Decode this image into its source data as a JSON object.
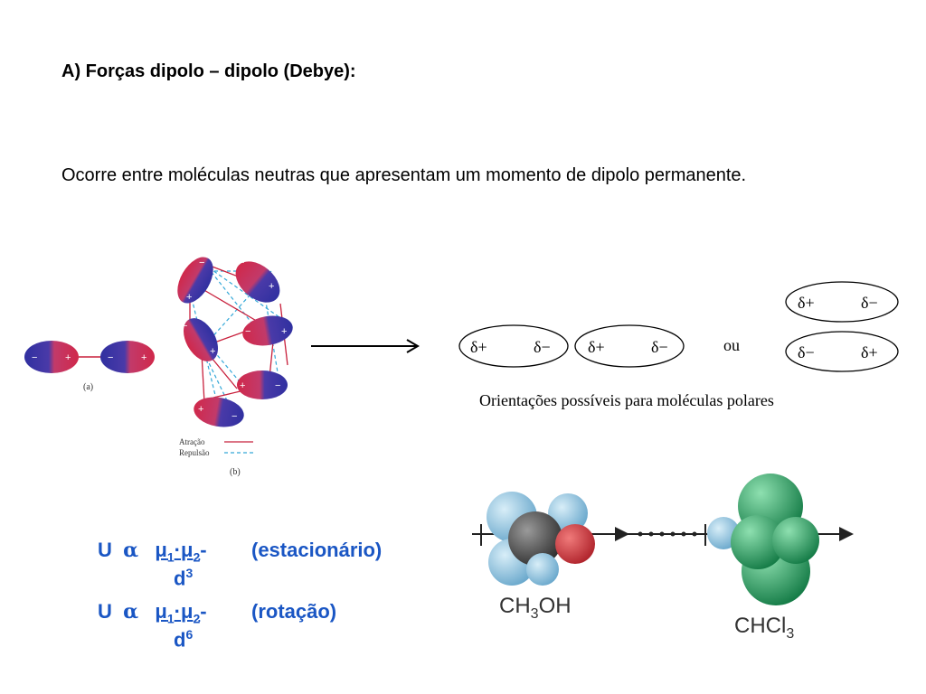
{
  "heading": "A)  Forças dipolo – dipolo (Debye):",
  "paragraph": "Ocorre entre moléculas neutras que apresentam um momento de dipolo permanente.",
  "figure_a": {
    "label": "(a)"
  },
  "figure_b": {
    "label": "(b)",
    "legend_attraction": "Atração",
    "legend_repulsion": "Repulsão"
  },
  "orientations": {
    "delta_plus": "δ+",
    "delta_minus": "δ−",
    "or_word": "ou",
    "caption": "Orientações possíveis para moléculas polares"
  },
  "molecules": {
    "left": "CH3OH",
    "right": "CHCl3"
  },
  "equations": [
    {
      "lhs": "U",
      "alpha": "α",
      "mu": "μ",
      "sub1": "1",
      "dot": "·",
      "sub2": "2",
      "den": "d",
      "power": "3",
      "note": "(estacionário)"
    },
    {
      "lhs": "U",
      "alpha": "α",
      "mu": "μ",
      "sub1": "1",
      "dot": "·",
      "sub2": "2",
      "den": "d",
      "power": "6",
      "note": "(rotação)"
    }
  ],
  "colors": {
    "red": "#c8203c",
    "blue": "#3a3aa8",
    "equation": "#1a56c4",
    "cyan_line": "#34a8d8",
    "green": "#1f9a5a"
  }
}
